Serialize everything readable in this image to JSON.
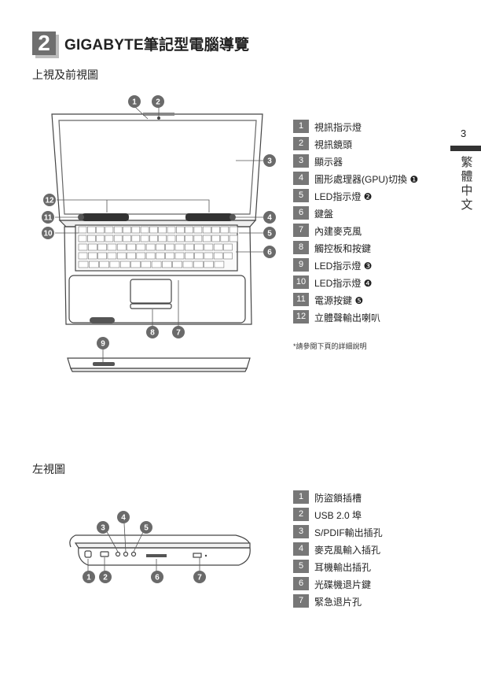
{
  "header": {
    "chapter_number": "2",
    "title": "GIGABYTE筆記型電腦導覽",
    "subtitle_top": "上視及前視圖",
    "subtitle_side": "左視圖"
  },
  "side_panel": {
    "page_number": "3",
    "language": "繁體中文"
  },
  "top_view_callouts": [
    "1",
    "2",
    "3",
    "4",
    "5",
    "6",
    "7",
    "8",
    "9",
    "10",
    "11",
    "12"
  ],
  "top_legend": [
    {
      "num": "1",
      "label": "視訊指示燈"
    },
    {
      "num": "2",
      "label": "視訊鏡頭"
    },
    {
      "num": "3",
      "label": "顯示器"
    },
    {
      "num": "4",
      "label": "圖形處理器(GPU)切換 ❶"
    },
    {
      "num": "5",
      "label": "LED指示燈 ❷"
    },
    {
      "num": "6",
      "label": "鍵盤"
    },
    {
      "num": "7",
      "label": "內建麥克風"
    },
    {
      "num": "8",
      "label": "觸控板和按鍵"
    },
    {
      "num": "9",
      "label": "LED指示燈 ❸"
    },
    {
      "num": "10",
      "label": "LED指示燈 ❹"
    },
    {
      "num": "11",
      "label": "電源按鍵 ❺"
    },
    {
      "num": "12",
      "label": "立體聲輸出喇叭"
    }
  ],
  "top_legend_note": "*請參閱下頁的詳細說明",
  "side_view_callouts": [
    "1",
    "2",
    "3",
    "4",
    "5",
    "6",
    "7"
  ],
  "side_legend": [
    {
      "num": "1",
      "label": "防盜鎖插槽"
    },
    {
      "num": "2",
      "label": "USB 2.0 埠"
    },
    {
      "num": "3",
      "label": "S/PDIF輸出插孔"
    },
    {
      "num": "4",
      "label": "麥克風輸入插孔"
    },
    {
      "num": "5",
      "label": "耳機輸出插孔"
    },
    {
      "num": "6",
      "label": "光碟機退片鍵"
    },
    {
      "num": "7",
      "label": "緊急退片孔"
    }
  ]
}
